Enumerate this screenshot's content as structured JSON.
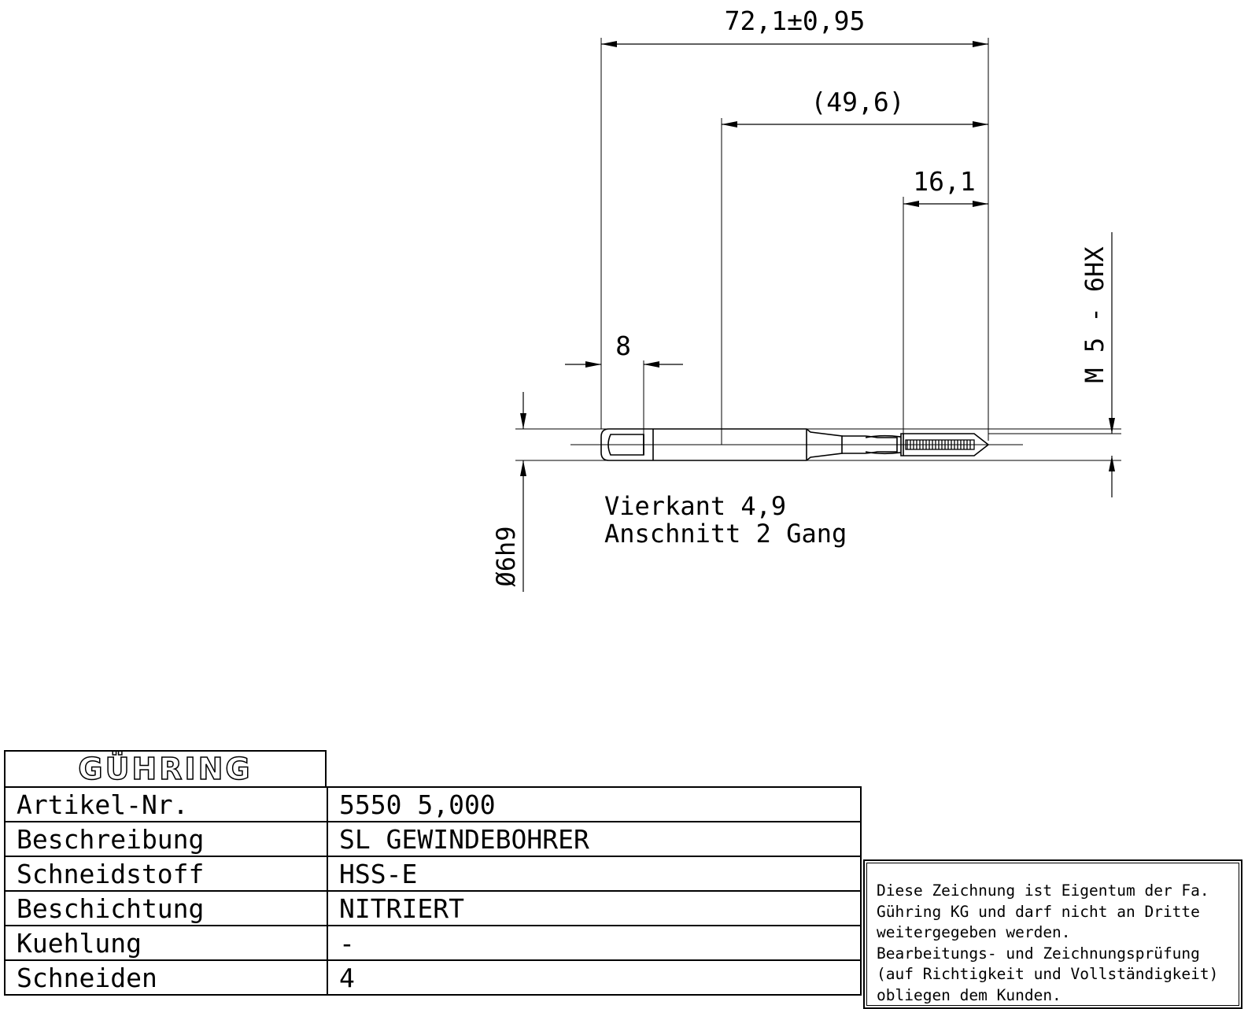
{
  "drawing": {
    "dimensions": {
      "overall_length": "72,1±0,95",
      "reference_length": "(49,6)",
      "thread_length": "16,1",
      "square_length": "8",
      "shank_diameter": "Ø6h9",
      "thread_spec": "M 5 - 6HX"
    },
    "notes": {
      "square": "Vierkant 4,9",
      "chamfer": "Anschnitt 2 Gang"
    }
  },
  "title_block": {
    "logo_text": "GÜHRING",
    "rows": [
      {
        "label": "Artikel-Nr.",
        "value": "5550 5,000"
      },
      {
        "label": "Beschreibung",
        "value": "SL GEWINDEBOHRER"
      },
      {
        "label": "Schneidstoff",
        "value": "HSS-E"
      },
      {
        "label": "Beschichtung",
        "value": "NITRIERT"
      },
      {
        "label": "Kuehlung",
        "value": "-"
      },
      {
        "label": "Schneiden",
        "value": "4"
      }
    ]
  },
  "notice": {
    "lines": [
      "Diese Zeichnung ist Eigentum der Fa.",
      "Gühring KG und darf nicht an Dritte",
      "weitergegeben werden.",
      "Bearbeitungs- und Zeichnungsprüfung",
      "(auf Richtigkeit und Vollständigkeit)",
      "obliegen dem Kunden."
    ]
  }
}
